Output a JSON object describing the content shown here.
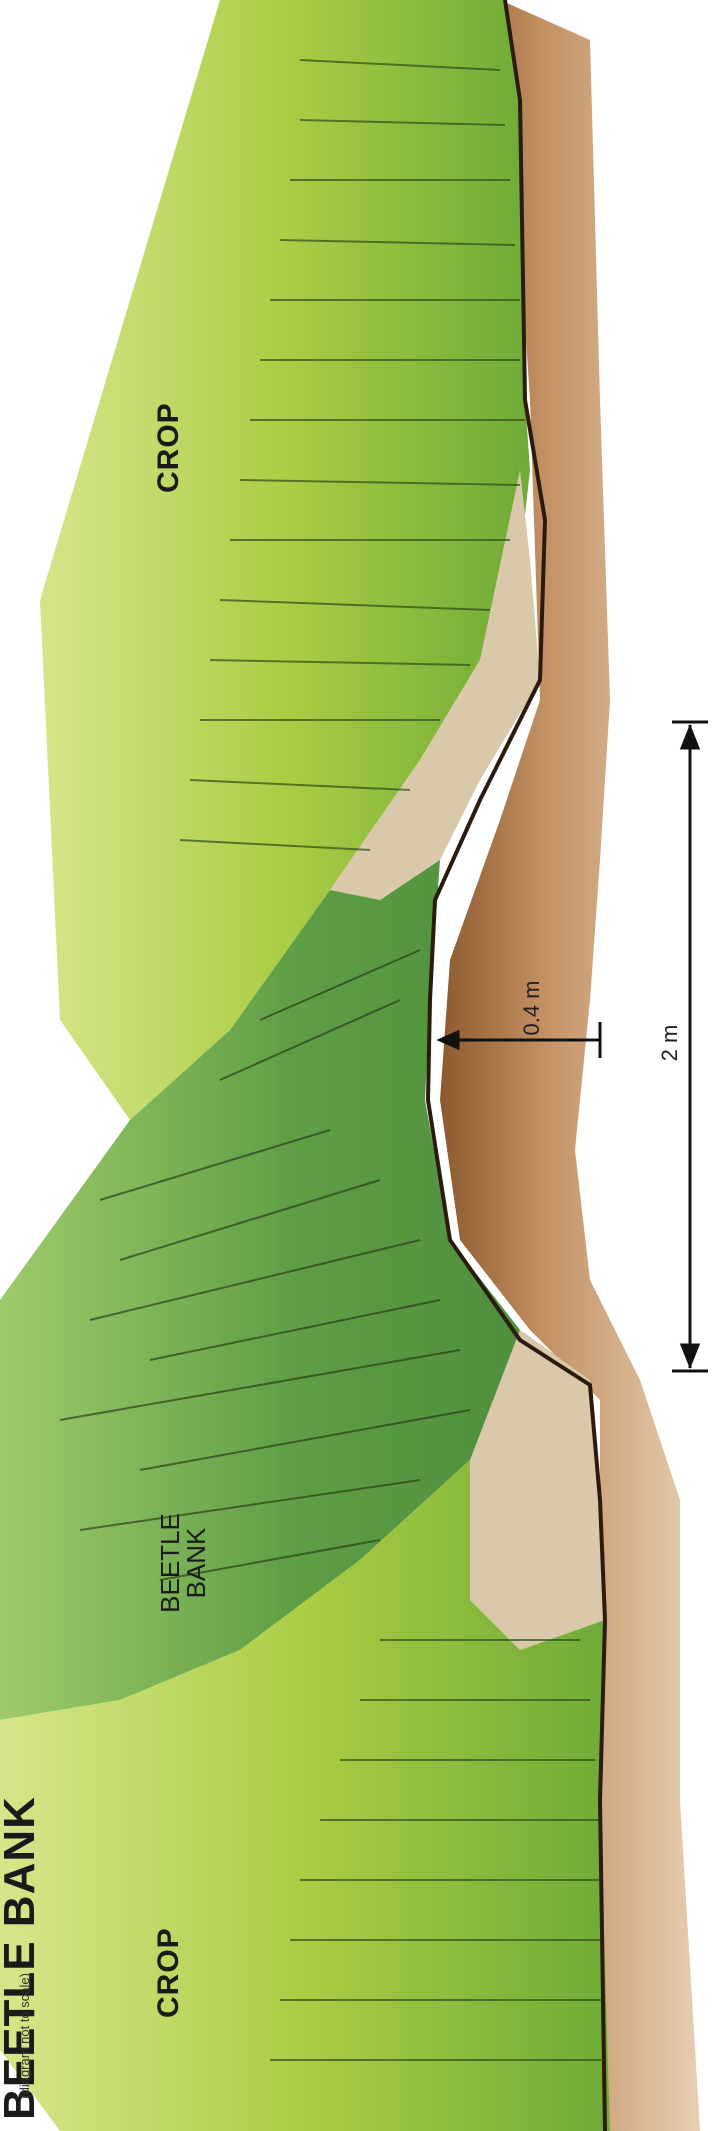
{
  "diagram": {
    "title": "BEETLE BANK",
    "note": "(diagram not to scale)",
    "labels": {
      "crop_top": "CROP",
      "crop_bottom": "CROP",
      "beetle_line1": "BEETLE",
      "beetle_line2": "BANK"
    },
    "dimensions": {
      "height": "0.4 m",
      "width": "2 m"
    },
    "colors": {
      "crop_green": "#a9cc3c",
      "bank_green": "#5c9b3e",
      "bare_earth": "#d8c7a8",
      "soil": "#b98554",
      "soil_edge": "#3a2616"
    }
  }
}
